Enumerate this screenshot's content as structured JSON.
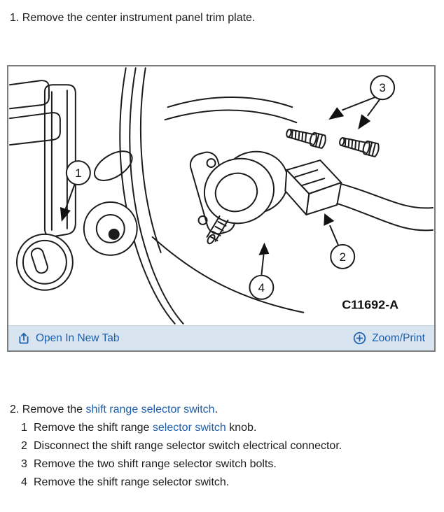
{
  "step1": {
    "text": "1. Remove the center instrument panel trim plate."
  },
  "figure": {
    "callout1": "1",
    "callout2": "2",
    "callout3": "3",
    "callout4": "4",
    "part_code": "C11692-A",
    "toolbar": {
      "open_in_new_tab": "Open In New Tab",
      "zoom_print": "Zoom/Print"
    }
  },
  "step2": {
    "prefix": "2. Remove the ",
    "link_text": "shift range selector switch",
    "suffix": ".",
    "substeps": [
      {
        "num": "1",
        "pre": "Remove the shift range ",
        "link": "selector switch",
        "post": " knob."
      },
      {
        "num": "2",
        "text": "Disconnect the shift range selector switch electrical connector."
      },
      {
        "num": "3",
        "text": "Remove the two shift range selector switch bolts."
      },
      {
        "num": "4",
        "text": "Remove the shift range selector switch."
      }
    ]
  },
  "colors": {
    "link": "#1b5fae",
    "toolbar_bg": "#d8e4f0",
    "box_border": "#7d7d7d",
    "text": "#1c1c1c"
  }
}
